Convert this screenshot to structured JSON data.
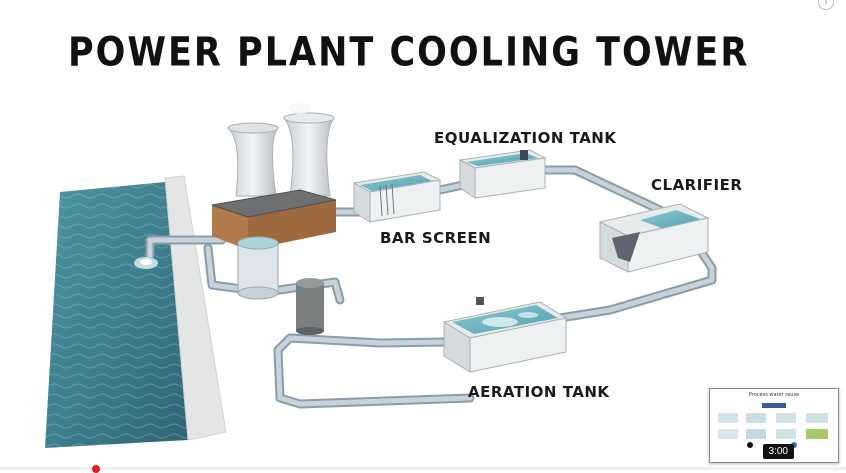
{
  "title": "POWER PLANT COOLING TOWER",
  "labels": {
    "equalization": "EQUALIZATION TANK",
    "clarifier": "CLARIFIER",
    "bar_screen": "BAR SCREEN",
    "aeration": "AERATION TANK"
  },
  "thumbnail": {
    "title": "Process water reuse",
    "duration": "3:00"
  },
  "info_icon": "i",
  "colors": {
    "water": "#3f7f8e",
    "pipe": "#a9b9c4",
    "concrete": "#ecefef",
    "accent": "#e02020"
  }
}
